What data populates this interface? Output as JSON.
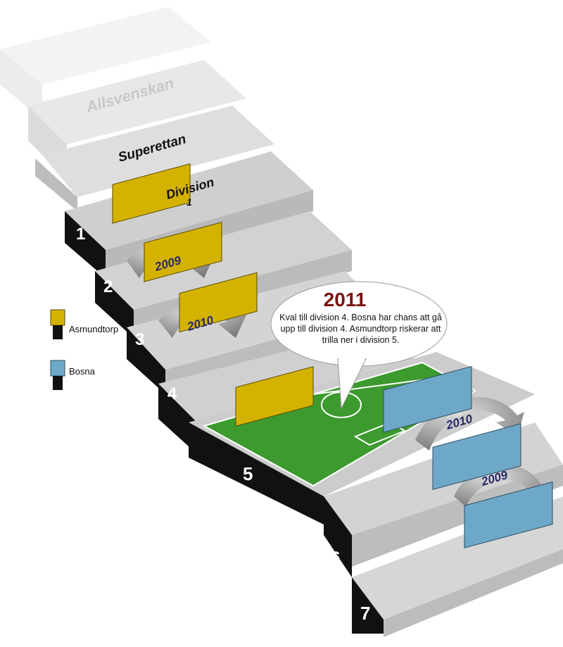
{
  "stairs": {
    "top_labels": [
      "Allsvenskan",
      "Superettan",
      "Division",
      "1"
    ],
    "steps": [
      "1",
      "2",
      "3",
      "4",
      "5",
      "6",
      "7"
    ]
  },
  "legend": {
    "items": [
      {
        "label": "Asmundtorp",
        "color": "#d4b200"
      },
      {
        "label": "Bosna",
        "color": "#6ea8c9"
      }
    ]
  },
  "arrows": {
    "asmundtorp_years": [
      "2009",
      "2010"
    ],
    "bosna_years": [
      "2010",
      "2009"
    ]
  },
  "bubble": {
    "title": "2011",
    "text": "Kval till division 4. Bosna har chans att gå upp till division 4. Asmundtorp riskerar att trilla ner i division 5."
  },
  "colors": {
    "asmundtorp": "#d4b200",
    "bosna": "#6ea8c9",
    "field": "#3c9a2e",
    "step_dark": "#111111",
    "year_text": "#2a2a6a",
    "title_red": "#7a1414"
  }
}
